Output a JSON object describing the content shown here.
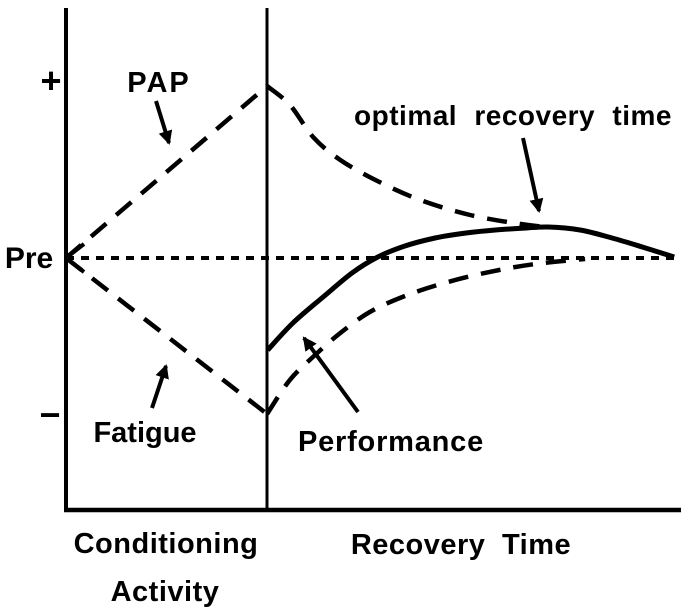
{
  "figure": {
    "background": "#ffffff",
    "ink": "#000000"
  },
  "y_axis": {
    "plus": "+",
    "pre": "Pre",
    "minus": "−"
  },
  "x_axis": {
    "conditioning_line1": "Conditioning",
    "conditioning_line2": "Activity",
    "recovery": "Recovery Time"
  },
  "annotations": {
    "pap": "PAP",
    "fatigue": "Fatigue",
    "performance": "Performance",
    "optimal_recovery": "optimal recovery time"
  },
  "chart_data": {
    "type": "line",
    "title": "",
    "xlabel": "",
    "ylabel": "",
    "x_range": [
      0,
      10
    ],
    "y_range": [
      -1.45,
      1.45
    ],
    "grid": false,
    "legend": "none (curves labeled by in-plot annotations with arrows)",
    "baseline": {
      "label": "Pre",
      "value": 0,
      "style": "dotted",
      "left_arrowhead": true
    },
    "y_tick_labels": [
      {
        "label": "+",
        "value": 1.0
      },
      {
        "label": "Pre",
        "value": 0.0
      },
      {
        "label": "−",
        "value": -0.92
      }
    ],
    "x_segments": [
      {
        "label": "Conditioning Activity",
        "range": [
          0,
          3.27
        ]
      },
      {
        "label": "Recovery Time",
        "range": [
          3.27,
          10
        ]
      }
    ],
    "divider_t": 3.27,
    "series": [
      {
        "name": "PAP",
        "style": "dashed",
        "segments": [
          [
            [
              0,
              0
            ],
            [
              3.27,
              1.0
            ]
          ],
          [
            [
              3.27,
              1.0
            ],
            [
              3.64,
              0.89
            ],
            [
              4.02,
              0.703
            ],
            [
              4.46,
              0.57
            ],
            [
              5.06,
              0.448
            ],
            [
              5.76,
              0.337
            ],
            [
              6.57,
              0.25
            ],
            [
              7.38,
              0.198
            ],
            [
              7.82,
              0.18
            ]
          ]
        ]
      },
      {
        "name": "Fatigue",
        "style": "dashed",
        "segments": [
          [
            [
              0,
              0
            ],
            [
              3.27,
              -0.907
            ]
          ],
          [
            [
              3.27,
              -0.907
            ],
            [
              3.64,
              -0.709
            ],
            [
              4.05,
              -0.564
            ],
            [
              4.46,
              -0.436
            ],
            [
              4.94,
              -0.314
            ],
            [
              5.51,
              -0.221
            ],
            [
              6.16,
              -0.145
            ],
            [
              6.89,
              -0.081
            ],
            [
              7.63,
              -0.035
            ],
            [
              8.44,
              -0.006
            ]
          ]
        ]
      },
      {
        "name": "Performance",
        "style": "solid",
        "segments": [
          [
            [
              3.28,
              -0.535
            ],
            [
              3.69,
              -0.378
            ],
            [
              4.18,
              -0.227
            ],
            [
              4.65,
              -0.087
            ],
            [
              5.07,
              0.006
            ],
            [
              5.51,
              0.07
            ],
            [
              6.0,
              0.116
            ],
            [
              6.49,
              0.145
            ],
            [
              6.98,
              0.163
            ],
            [
              7.46,
              0.174
            ],
            [
              7.84,
              0.18
            ],
            [
              8.36,
              0.163
            ],
            [
              8.88,
              0.116
            ],
            [
              9.37,
              0.064
            ],
            [
              9.89,
              0.006
            ]
          ]
        ]
      },
      {
        "name": "Pre baseline",
        "style": "dotted",
        "segments": [
          [
            [
              0,
              0
            ],
            [
              10,
              0
            ]
          ]
        ]
      }
    ],
    "annotation_targets": [
      {
        "text": "PAP",
        "points_to": "dashed buildup line during conditioning activity"
      },
      {
        "text": "Fatigue",
        "points_to": "dashed decline line during conditioning activity"
      },
      {
        "text": "Performance",
        "points_to": "solid net-performance curve during recovery"
      },
      {
        "text": "optimal recovery time",
        "points_to": "peak where performance curve meets decaying PAP curve"
      }
    ]
  }
}
